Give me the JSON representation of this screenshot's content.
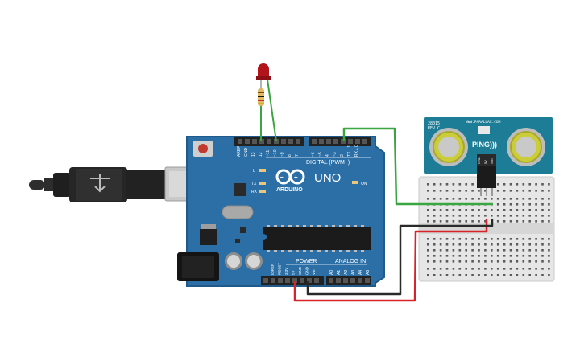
{
  "arduino": {
    "model": "UNO",
    "brand": "ARDUINO",
    "digital_label": "DIGITAL (PWM~)",
    "power_label": "POWER",
    "analog_label": "ANALOG IN",
    "on_label": "ON",
    "l_label": "L",
    "tx_label": "TX",
    "rx_label": "RX",
    "top_pins": [
      "AREF",
      "GND",
      "13",
      "12",
      "~11",
      "~10",
      "~9",
      "8",
      "7",
      "~6",
      "~5",
      "4",
      "~3",
      "2",
      "TX→1",
      "RX←0"
    ],
    "power_pins": [
      "IOREF",
      "RESET",
      "3.3V",
      "5V",
      "GND",
      "GND",
      "Vin"
    ],
    "analog_pins": [
      "A0",
      "A1",
      "A2",
      "A3",
      "A4",
      "A5"
    ]
  },
  "sensor": {
    "part": "28015",
    "rev": "REV C",
    "brand": "WWW.PARALLAX.COM",
    "name": "PING)))",
    "pins": [
      "GND",
      "5V",
      "SIG"
    ]
  },
  "colors": {
    "board": "#2b6fa6",
    "board_edge": "#1f5a8a",
    "sensor_board": "#1d7d96",
    "breadboard": "#e6e6e6",
    "wire_green": "#3aa642",
    "wire_red": "#d8232a",
    "wire_black": "#2a2a2a",
    "led": "#b3141c"
  }
}
